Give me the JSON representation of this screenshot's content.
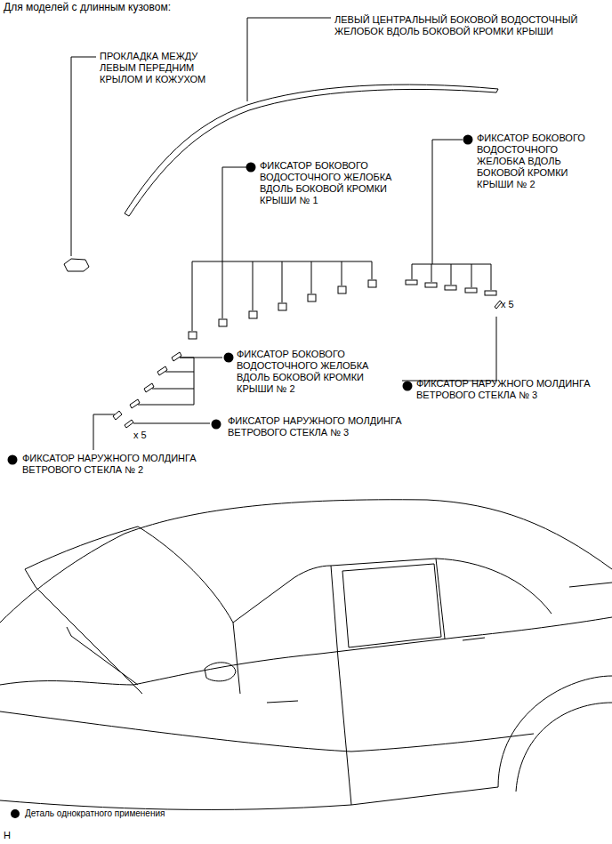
{
  "diagram": {
    "title": "Для моделей с длинным кузовом:",
    "labels": [
      "ЛЕВЫЙ ЦЕНТРАЛЬНЫЙ БОКОВОЙ ВОДОСТОЧНЫЙ ЖЕЛОБОК ВДОЛЬ БОКОВОЙ КРОМКИ КРЫШИ",
      "ПРОКЛАДКА МЕЖДУ ЛЕВЫМ ПЕРЕДНИМ КРЫЛОМ И КОЖУХОМ",
      "ФИКСАТОР БОКОВОГО ВОДОСТОЧНОГО ЖЕЛОБКА ВДОЛЬ БОКОВОЙ КРОМКИ КРЫШИ № 2",
      "ФИКСАТОР БОКОВОГО ВОДОСТОЧНОГО ЖЕЛОБКА ВДОЛЬ БОКОВОЙ КРОМКИ КРЫШИ № 1",
      "x 5",
      "ФИКСАТОР НАРУЖНОГО МОЛДИНГА ВЕТРОВОГО СТЕКЛА № 3",
      "ФИКСАТОР БОКОВОГО ВОДОСТОЧНОГО ЖЕЛОБКА ВДОЛЬ БОКОВОЙ КРОМКИ КРЫШИ № 2",
      "ФИКСАТОР НАРУЖНОГО МОЛДИНГА ВЕТРОВОГО СТЕКЛА № 3",
      "x 5",
      "ФИКСАТОР НАРУЖНОГО МОЛДИНГА ВЕТРОВОГО СТЕКЛА № 2",
      "H"
    ],
    "legend": [
      {
        "text": "Деталь однократного применения"
      }
    ]
  }
}
